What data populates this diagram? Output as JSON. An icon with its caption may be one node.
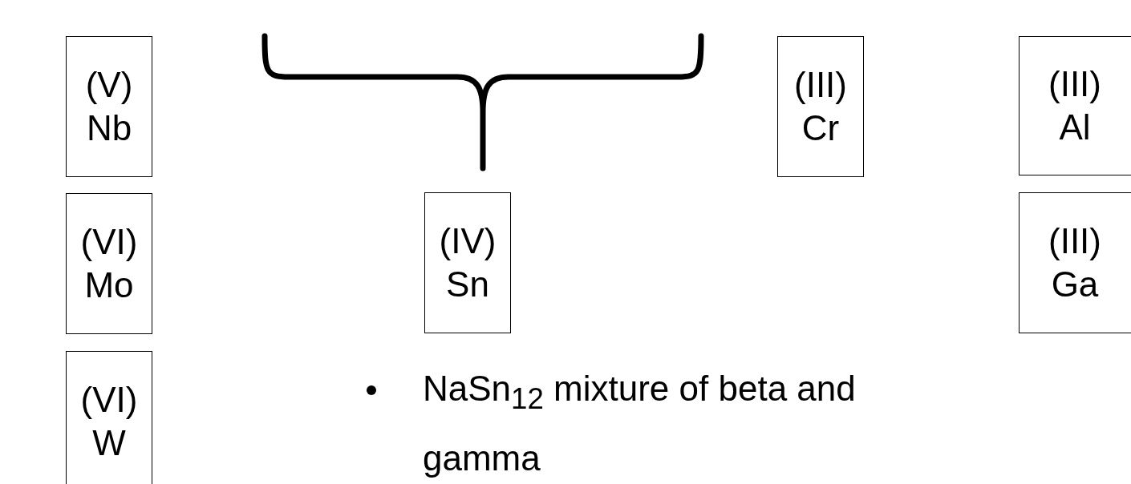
{
  "diagram": {
    "nodes": [
      {
        "text": [
          "(V) Nb"
        ]
      },
      {
        "text": [
          "(VI) Mo"
        ]
      },
      {
        "text": [
          "(VI) W"
        ]
      },
      {
        "text": [
          "(IV) Sn"
        ]
      },
      {
        "text": [
          "(III) Cr"
        ]
      },
      {
        "text": [
          "(III) Al"
        ]
      },
      {
        "text": [
          "(III) Ga"
        ]
      }
    ],
    "labels": [
      "NaSn$_{12}$ mixture of beta and gamma"
    ]
  }
}
